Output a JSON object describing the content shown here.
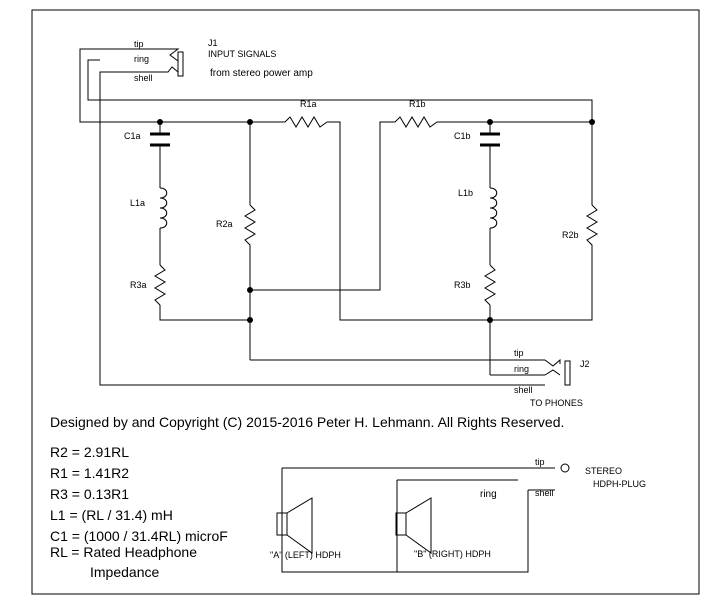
{
  "labels": {
    "tip": "tip",
    "ring": "ring",
    "shell": "shell",
    "j1": "J1",
    "input_signals": "INPUT SIGNALS",
    "from_amp": "from stereo power amp",
    "r1a": "R1a",
    "r1b": "R1b",
    "c1a": "C1a",
    "c1b": "C1b",
    "l1a": "L1a",
    "l1b": "L1b",
    "r2a": "R2a",
    "r2b": "R2b",
    "r3a": "R3a",
    "r3b": "R3b",
    "j2": "J2",
    "to_phones": "TO PHONES"
  },
  "copyright": "Designed by and Copyright (C) 2015-2016 Peter H. Lehmann. All Rights Reserved.",
  "formulas": [
    "R2 = 2.91RL",
    "R1 = 1.41R2",
    "R3 = 0.13R1",
    "L1 = (RL / 31.4) mH",
    "C1 = (1000 / 31.4RL) microF",
    "RL = Rated Headphone",
    "Impedance"
  ],
  "plug": {
    "tip": "tip",
    "ring": "ring",
    "shell": "shell",
    "title_line1": "STEREO",
    "title_line2": "HDPH-PLUG",
    "left_hdph": "\"A\" (LEFT) HDPH",
    "right_hdph": "\"B\" (RIGHT) HDPH"
  }
}
